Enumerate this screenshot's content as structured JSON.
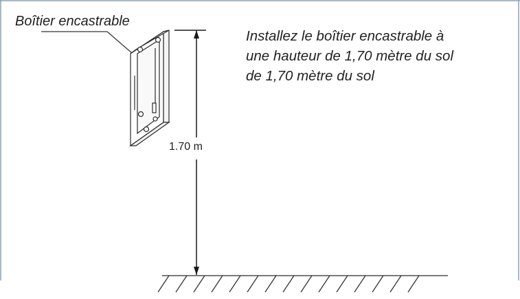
{
  "diagram": {
    "box_label": "Boîtier encastrable",
    "instruction_lines": [
      "Installez le boîtier encastrable à",
      "une hauteur de 1,70 mètre du sol",
      "de 1,70 mètre du sol"
    ],
    "height_label": "1.70 m"
  },
  "colors": {
    "line": "#1a1a1a",
    "frame_border": "#5b7a99",
    "text": "#222222"
  }
}
